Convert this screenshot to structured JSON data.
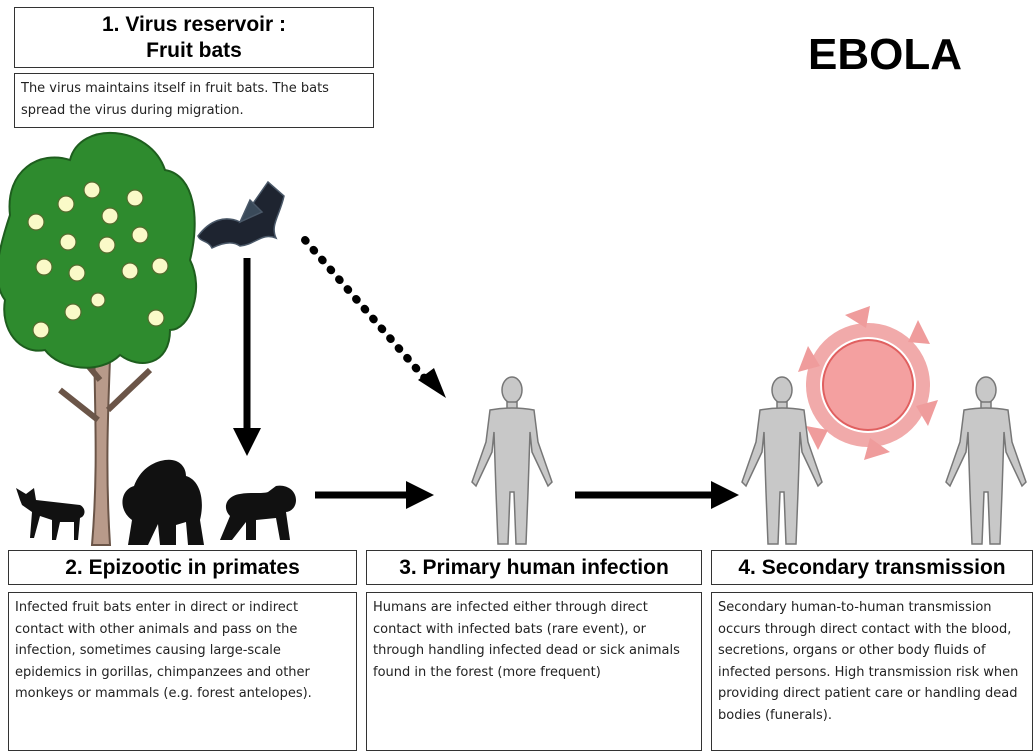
{
  "main_title": "EBOLA",
  "stages": [
    {
      "title_lines": [
        "1. Virus reservoir :",
        "Fruit bats"
      ],
      "description": "The virus maintains itself in fruit bats. The bats spread the virus during migration."
    },
    {
      "title": "2. Epizootic in primates",
      "description": "Infected fruit bats enter in direct or indirect contact with other animals and pass on the infection, sometimes causing large-scale epidemics in gorillas, chimpanzees and other monkeys or mammals (e.g. forest antelopes)."
    },
    {
      "title": "3. Primary  human infection",
      "description": "Humans are infected either through direct contact with infected bats (rare event), or through handling infected dead or sick animals found in the forest (more frequent)"
    },
    {
      "title": "4. Secondary transmission",
      "description": "Secondary human-to-human transmission occurs through direct contact with the blood, secretions, organs or other body fluids of infected persons. High transmission risk when providing direct patient care or handling dead bodies (funerals)."
    }
  ],
  "colors": {
    "tree_foliage": "#2e8b2e",
    "fruit": "#fafac8",
    "trunk": "#b89a8a",
    "human": "#c8c8c8",
    "virus_core": "#f4a0a0",
    "virus_arrows": "#f3b6b6",
    "arrow": "#000000"
  },
  "icons": [
    "fruit-tree-icon",
    "bat-icon",
    "antelope-icon",
    "gorilla-icon",
    "chimpanzee-icon",
    "human-figure-icon",
    "virus-spread-icon"
  ]
}
